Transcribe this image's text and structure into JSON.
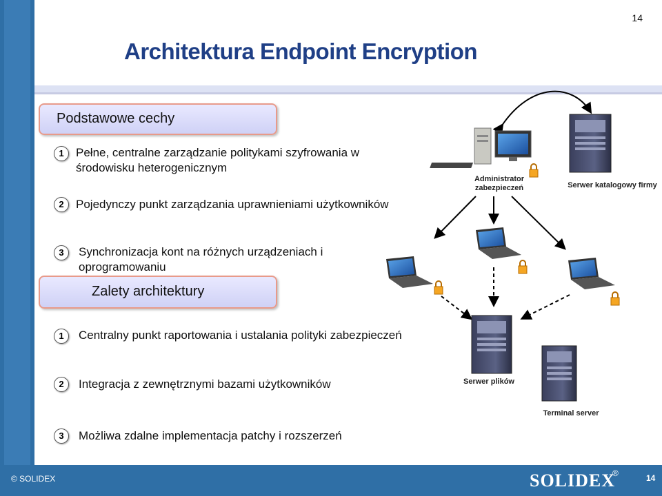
{
  "slide_number": "14",
  "title": "Architektura Endpoint Encryption",
  "section1": {
    "heading": "Podstawowe cechy",
    "items": [
      {
        "num": "1",
        "text": "Pełne, centralne zarządzanie politykami szyfrowania w środowisku heterogenicznym"
      },
      {
        "num": "2",
        "text": "Pojedynczy punkt zarządzania uprawnieniami użytkowników"
      },
      {
        "num": "3",
        "text": "Synchronizacja kont na różnych urządzeniach i oprogramowaniu"
      }
    ]
  },
  "section2": {
    "heading": "Zalety architektury",
    "items": [
      {
        "num": "1",
        "text": "Centralny punkt raportowania i ustalania polityki zabezpieczeń"
      },
      {
        "num": "2",
        "text": "Integracja z zewnętrznymi bazami użytkowników"
      },
      {
        "num": "3",
        "text": "Możliwa zdalne implementacja patchy i rozszerzeń"
      }
    ]
  },
  "diagram": {
    "admin_label_line1": "Administrator",
    "admin_label_line2": "zabezpieczeń",
    "directory_server_label": "Serwer katalogowy firmy",
    "file_server_label": "Serwer plików",
    "terminal_server_label": "Terminal server"
  },
  "footer": {
    "copyright": "© SOLIDEX",
    "brand": "SOLIDEX",
    "registered": "®",
    "page": "14"
  },
  "colors": {
    "sidebar": "#2f6fa6",
    "title": "#1f3f86",
    "section_fill": "#dcdcfa",
    "section_border": "#e89a8a"
  }
}
